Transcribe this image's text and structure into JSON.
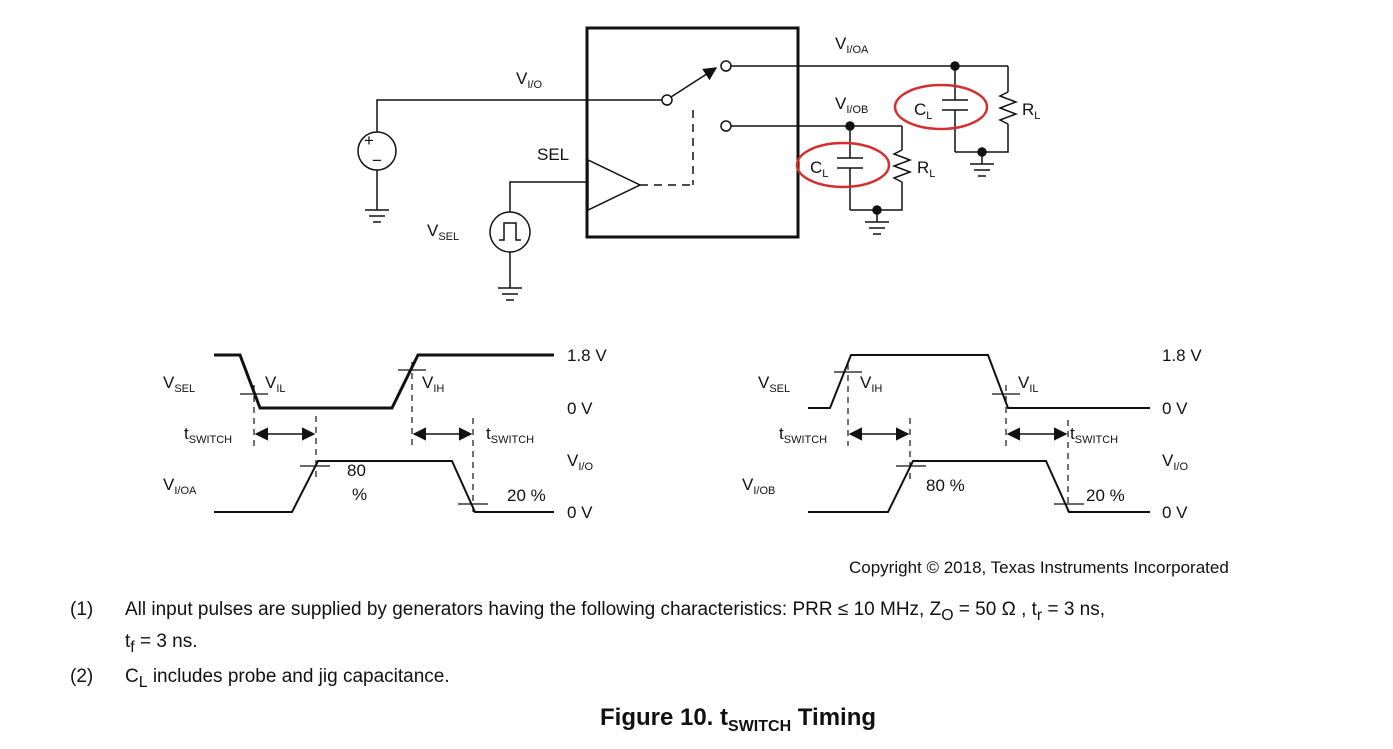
{
  "circuit": {
    "v_io": {
      "main": "V",
      "sub": "I/O"
    },
    "v_ioa": {
      "main": "V",
      "sub": "I/OA"
    },
    "v_iob": {
      "main": "V",
      "sub": "I/OB"
    },
    "sel": "SEL",
    "v_sel": {
      "main": "V",
      "sub": "SEL"
    },
    "c_l": {
      "main": "C",
      "sub": "L"
    },
    "r_l": {
      "main": "R",
      "sub": "L"
    },
    "plus_sign": "+",
    "minus_sign": "−"
  },
  "timing_left": {
    "v_sel": {
      "main": "V",
      "sub": "SEL"
    },
    "v_il": {
      "main": "V",
      "sub": "IL"
    },
    "v_ih": {
      "main": "V",
      "sub": "IH"
    },
    "t_switch": {
      "main": "t",
      "sub": "SWITCH"
    },
    "output": {
      "main": "V",
      "sub": "I/OA"
    },
    "v_io": {
      "main": "V",
      "sub": "I/O"
    },
    "high_level": "1.8 V",
    "zero_level": "0 V",
    "pct80_line1": "80",
    "pct80_line2": "%",
    "pct20": "20 %"
  },
  "timing_right": {
    "v_sel": {
      "main": "V",
      "sub": "SEL"
    },
    "v_il": {
      "main": "V",
      "sub": "IL"
    },
    "v_ih": {
      "main": "V",
      "sub": "IH"
    },
    "t_switch": {
      "main": "t",
      "sub": "SWITCH"
    },
    "output": {
      "main": "V",
      "sub": "I/OB"
    },
    "v_io": {
      "main": "V",
      "sub": "I/O"
    },
    "high_level": "1.8 V",
    "zero_level": "0 V",
    "pct80": "80 %",
    "pct20": "20 %"
  },
  "copyright": "Copyright © 2018, Texas Instruments Incorporated",
  "notes": [
    {
      "number": "(1)",
      "text_a": "All input pulses are supplied by generators having the following characteristics: PRR ≤ 10 MHz, Z",
      "sub_a": "O",
      "text_b": " = 50 Ω , t",
      "sub_b": "r",
      "text_c": " = 3 ns,",
      "text_d": "t",
      "sub_d": "f",
      "text_e": " = 3 ns."
    },
    {
      "number": "(2)",
      "text_a": "C",
      "sub_a": "L",
      "text_b": " includes probe and jig capacitance."
    }
  ],
  "caption": {
    "main": "Figure 10.  t",
    "sub": "SWITCH",
    "tail": " Timing"
  },
  "colors": {
    "ink": "#111111",
    "highlight": "#d32f2f",
    "background": "#ffffff"
  }
}
